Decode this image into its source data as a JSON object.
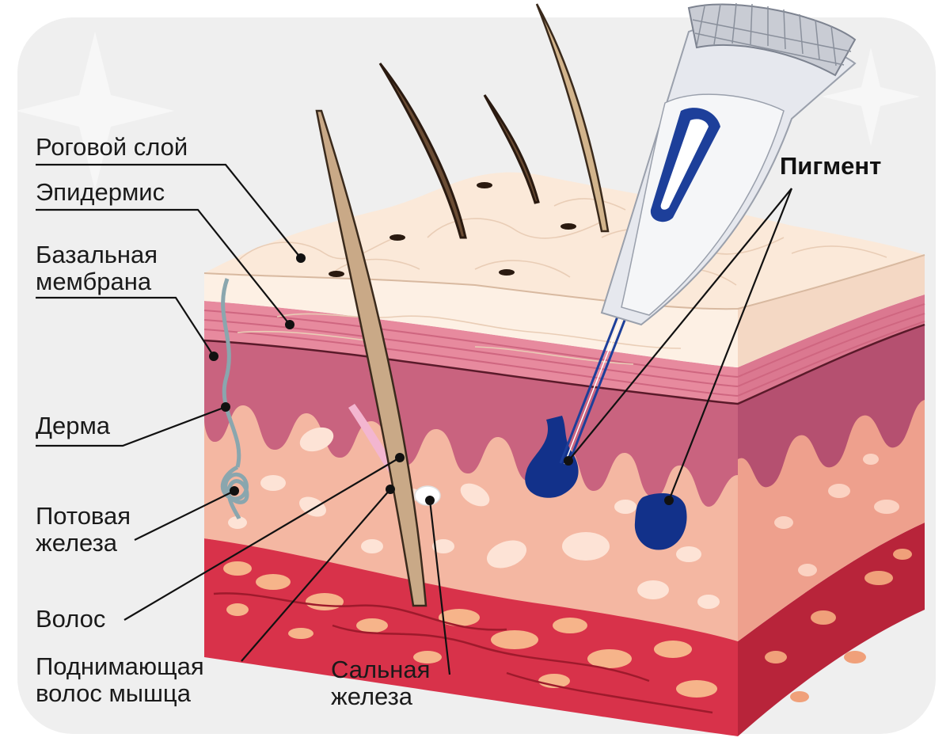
{
  "labels": {
    "stratum_corneum": "Роговой слой",
    "epidermis": "Эпидермис",
    "basement_membrane_line1": "Базальная",
    "basement_membrane_line2": "мембрана",
    "dermis": "Дерма",
    "sweat_gland_line1": "Потовая",
    "sweat_gland_line2": "железа",
    "hair": "Волос",
    "arrector_line1": "Поднимающая",
    "arrector_line2": "волос мышца",
    "sebaceous_line1": "Сальная",
    "sebaceous_line2": "железа",
    "pigment": "Пигмент"
  },
  "colors": {
    "background_panel": "#efefef",
    "corneum": "#fbe9d9",
    "epidermis_band": "#e78a9e",
    "dermis_papillae": "#c9637f",
    "dermis": "#f4b7a2",
    "subcutis": "#d8324a",
    "fat": "#f6b48a",
    "pigment": "#12318a",
    "device": "#e6e8ee",
    "device_accent": "#1d3f9a"
  }
}
